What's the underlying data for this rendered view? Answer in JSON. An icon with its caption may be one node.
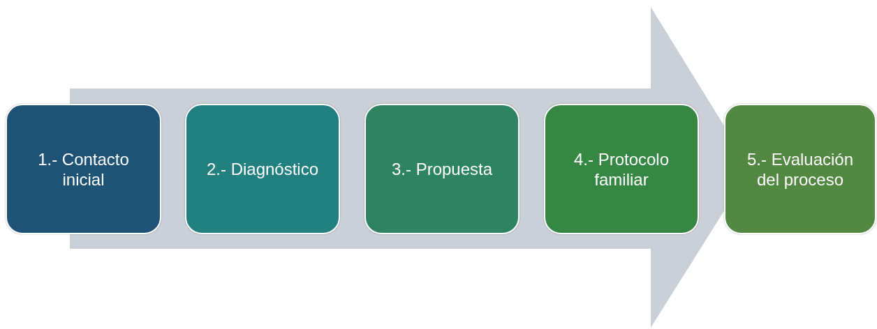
{
  "diagram": {
    "nodes": [
      {
        "text": [
          "1.- Contacto inicial"
        ]
      },
      {
        "text": [
          "2.- Diagnóstico"
        ]
      },
      {
        "text": [
          "3.- Propuesta"
        ]
      },
      {
        "text": [
          "4.- Protocolo familiar"
        ]
      },
      {
        "text": [
          "5.- Evaluación del proceso"
        ]
      }
    ]
  }
}
